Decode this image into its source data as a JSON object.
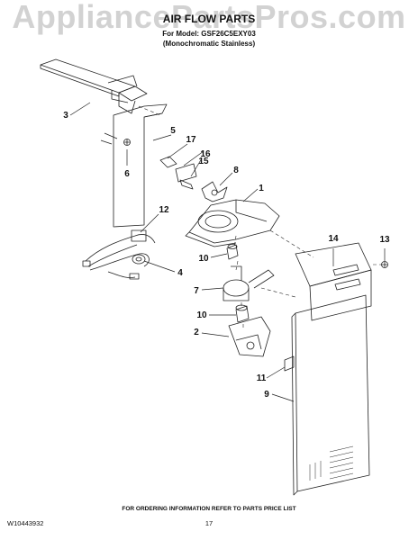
{
  "header": {
    "watermark": "AppliancePartsPros.com",
    "title": "AIR FLOW PARTS",
    "model_line": "For Model: GSF26C5EXY03",
    "variant_line": "(Monochromatic Stainless)"
  },
  "callouts": [
    "1",
    "2",
    "3",
    "4",
    "5",
    "6",
    "7",
    "8",
    "9",
    "10",
    "10",
    "11",
    "12",
    "13",
    "14",
    "15",
    "16",
    "17"
  ],
  "footer": {
    "ordering_note": "FOR ORDERING INFORMATION REFER TO PARTS PRICE LIST",
    "doc_number": "W10443932",
    "page_number": "17"
  },
  "colors": {
    "line": "#222222",
    "watermark": "#d2d2d2",
    "background": "#ffffff"
  }
}
